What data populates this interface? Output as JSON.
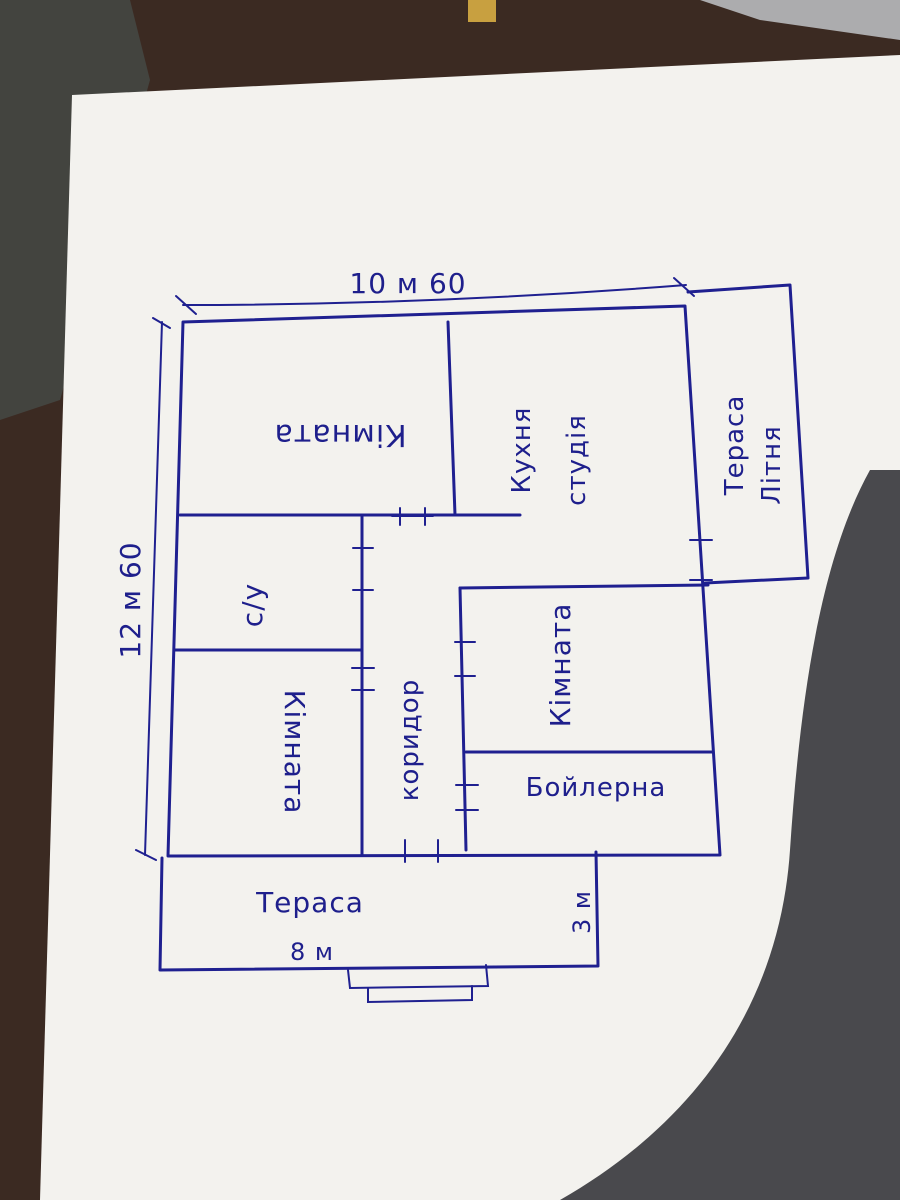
{
  "plan": {
    "dimension_width": "10 м 60",
    "dimension_height": "12 м 60",
    "terrace_width": "8 м",
    "terrace_depth": "3 м",
    "ink_color": "#1f2090",
    "paper_color": "#f3f2ee"
  },
  "rooms": {
    "room_top_left": "Кімната",
    "kitchen_line1": "Кухня",
    "kitchen_line2": "студія",
    "summer_terrace_line1": "Тераса",
    "summer_terrace_line2": "Літня",
    "bathroom": "с/у",
    "room_bottom_left": "Кімната",
    "corridor": "коридор",
    "room_right": "Кімната",
    "boiler_room": "Бойлерна",
    "terrace_bottom": "Тераса"
  }
}
